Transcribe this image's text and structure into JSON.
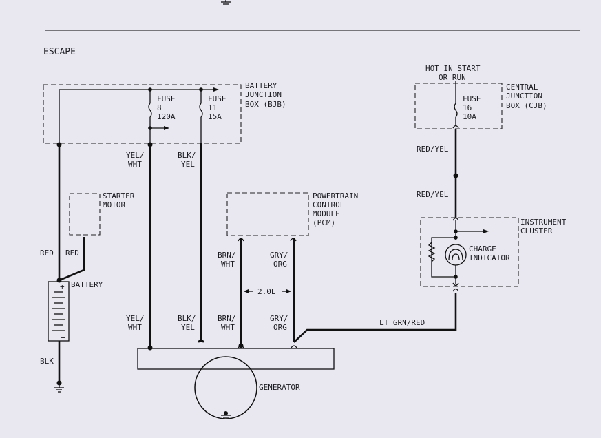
{
  "title": "ESCAPE",
  "battery_junction_box": {
    "line1": "BATTERY",
    "line2": "JUNCTION",
    "line3": "BOX (BJB)"
  },
  "fuse_8": {
    "line1": "FUSE",
    "line2": "8",
    "line3": "120A"
  },
  "fuse_11": {
    "line1": "FUSE",
    "line2": "11",
    "line3": "15A"
  },
  "hot_label": {
    "line1": "HOT IN START",
    "line2": "OR RUN"
  },
  "central_junction_box": {
    "line1": "CENTRAL",
    "line2": "JUNCTION",
    "line3": "BOX (CJB)"
  },
  "fuse_16": {
    "line1": "FUSE",
    "line2": "16",
    "line3": "10A"
  },
  "starter_motor": {
    "line1": "STARTER",
    "line2": "MOTOR"
  },
  "pcm": {
    "line1": "POWERTRAIN",
    "line2": "CONTROL",
    "line3": "MODULE",
    "line4": "(PCM)"
  },
  "instrument_cluster": {
    "line1": "INSTRUMENT",
    "line2": "CLUSTER"
  },
  "charge_indicator": {
    "line1": "CHARGE",
    "line2": "INDICATOR"
  },
  "battery": "BATTERY",
  "generator": "GENERATOR",
  "engine_note": "2.0L",
  "wires": {
    "yel_wht": {
      "a": "YEL/",
      "b": "WHT"
    },
    "blk_yel": {
      "a": "BLK/",
      "b": "YEL"
    },
    "brn_wht": {
      "a": "BRN/",
      "b": "WHT"
    },
    "gry_org": {
      "a": "GRY/",
      "b": "ORG"
    },
    "red_yel": "RED/YEL",
    "red": "RED",
    "blk": "BLK",
    "lt_grn_red": "LT GRN/RED"
  }
}
